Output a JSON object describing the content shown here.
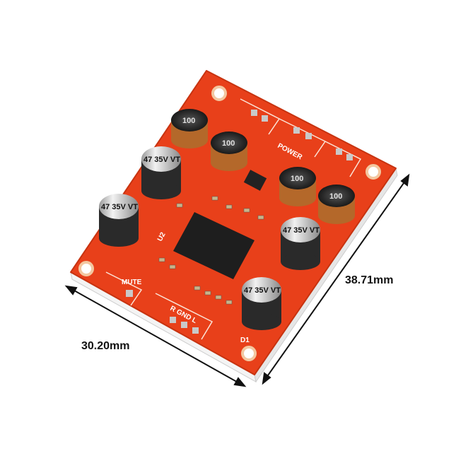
{
  "product": {
    "board_color": "#e8401a",
    "dimensions": {
      "length_label": "38.71mm",
      "width_label": "30.20mm"
    },
    "silkscreen_text": [
      "MUTE",
      "R GND L",
      "POWER",
      "47 35V VT",
      "100",
      "U2",
      "D1"
    ]
  }
}
